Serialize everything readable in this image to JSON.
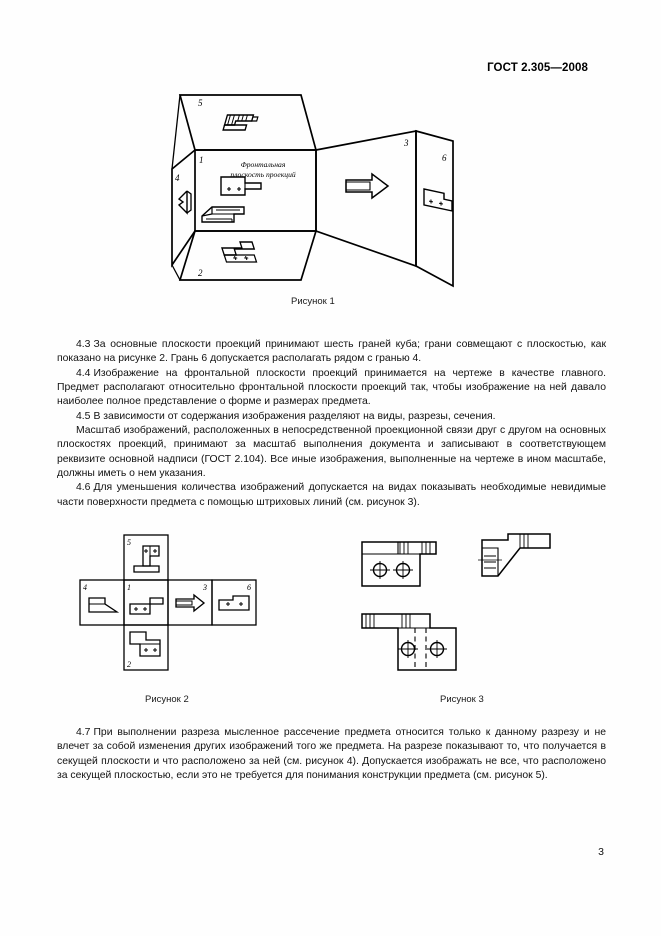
{
  "document": {
    "standard_header": "ГОСТ 2.305—2008",
    "page_number": "3"
  },
  "figures": [
    {
      "id": "figure-1",
      "caption": "Рисунок 1",
      "description": "Развёрнутый куб проекций с шестью гранями",
      "inner_label": "Фронтальная\nплоскость проекций",
      "inner_label_line1": "Фронтальная",
      "inner_label_line2": "плоскость проекций",
      "plane_numbers": [
        "1",
        "2",
        "3",
        "4",
        "5",
        "6"
      ]
    },
    {
      "id": "figure-2",
      "caption": "Рисунок 2",
      "description": "Расположение видов на развёртке куба",
      "plane_numbers": [
        "1",
        "2",
        "3",
        "4",
        "5",
        "6"
      ]
    },
    {
      "id": "figure-3",
      "caption": "Рисунок 3",
      "description": "Виды с штриховыми линиями невидимого контура"
    }
  ],
  "content": {
    "block1": [
      {
        "number": "4.3",
        "text": "За основные плоскости проекций принимают шесть граней куба; грани совмещают с плоскостью, как показано на рисунке 2. Грань 6 допускается располагать рядом с гранью 4."
      },
      {
        "number": "4.4",
        "text": "Изображение на фронтальной плоскости проекций принимается на чертеже в качестве главного. Предмет располагают относительно фронтальной плоскости проекций так, чтобы изображение на ней давало наиболее полное представление о форме и размерах предмета."
      },
      {
        "number": "4.5",
        "text": "В зависимости от содержания изображения разделяют на виды, разрезы, сечения."
      },
      {
        "number": "",
        "text": "Масштаб изображений, расположенных в непосредственной проекционной связи друг с другом на основных плоскостях проекций, принимают за масштаб выполнения документа и записывают в соответствующем реквизите основной надписи (ГОСТ 2.104). Все иные изображения, выполненные на чертеже в ином масштабе, должны иметь о нем указания."
      },
      {
        "number": "4.6",
        "text": "Для уменьшения количества изображений допускается на видах показывать необходимые невидимые части поверхности предмета с помощью штриховых линий (см. рисунок 3)."
      }
    ],
    "block2": [
      {
        "number": "4.7",
        "text": "При выполнении разреза мысленное рассечение предмета относится только к данному разрезу и не влечет за собой изменения других изображений того же предмета. На разрезе показывают то, что получается в секущей плоскости и что расположено за ней (см. рисунок 4). Допускается изображать не все, что расположено за секущей плоскостью, если это не требуется для понимания конструкции предмета (см. рисунок 5)."
      }
    ]
  }
}
